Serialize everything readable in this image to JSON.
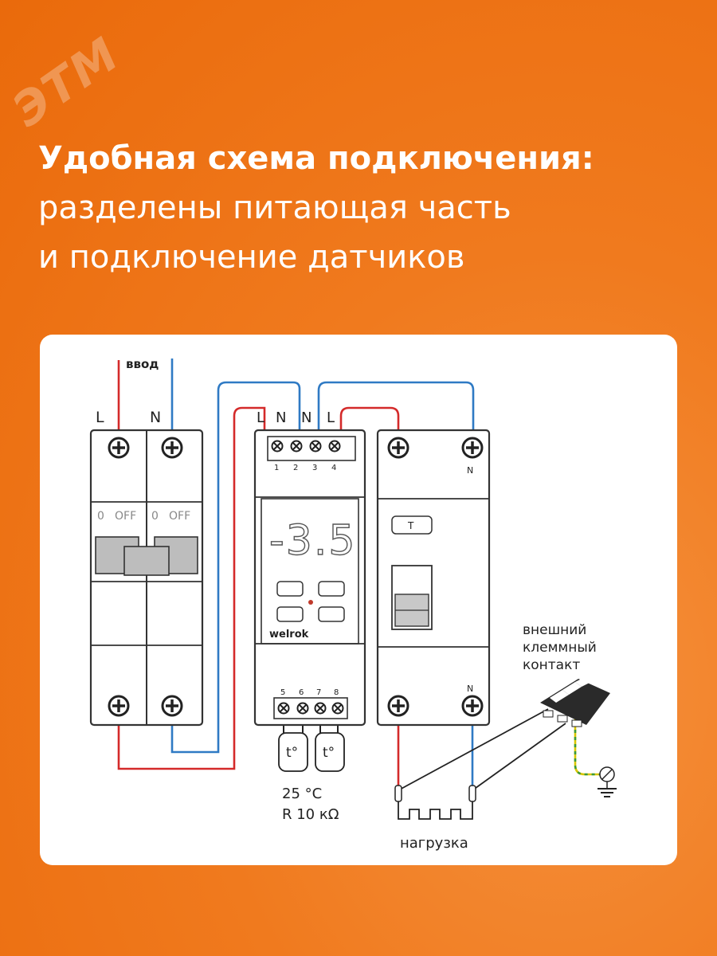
{
  "brand": {
    "logo_text": "ЭТМ"
  },
  "headline": {
    "line1": "Удобная схема подключения:",
    "line2": "разделены питающая часть",
    "line3": "и подключение датчиков"
  },
  "diagram": {
    "input_label": "ввод",
    "breaker": {
      "terminal_l": "L",
      "terminal_n": "N",
      "off_left": "OFF",
      "off_right": "OFF",
      "zero_left": "0",
      "zero_right": "0"
    },
    "thermostat": {
      "top_terminals": [
        "L",
        "N",
        "N",
        "L"
      ],
      "top_numbers": [
        "1",
        "2",
        "3",
        "4"
      ],
      "bottom_numbers": [
        "5",
        "6",
        "7",
        "8"
      ],
      "display": "-3.5",
      "brand": "welrok",
      "sensor_label": "t°",
      "sensor_temp": "25 °C",
      "sensor_resistance": "R 10 кΩ"
    },
    "relay": {
      "n_top": "N",
      "n_bottom": "N",
      "t_label": "T"
    },
    "terminal_block_label": [
      "внешний",
      "клеммный",
      "контакт"
    ],
    "load_label": "нагрузка"
  },
  "colors": {
    "red_wire": "#d42a2a",
    "blue_wire": "#2f7ac4",
    "ground_yellow": "#d9c600",
    "ground_green": "#3a9a3a",
    "background": "#ef7416"
  }
}
